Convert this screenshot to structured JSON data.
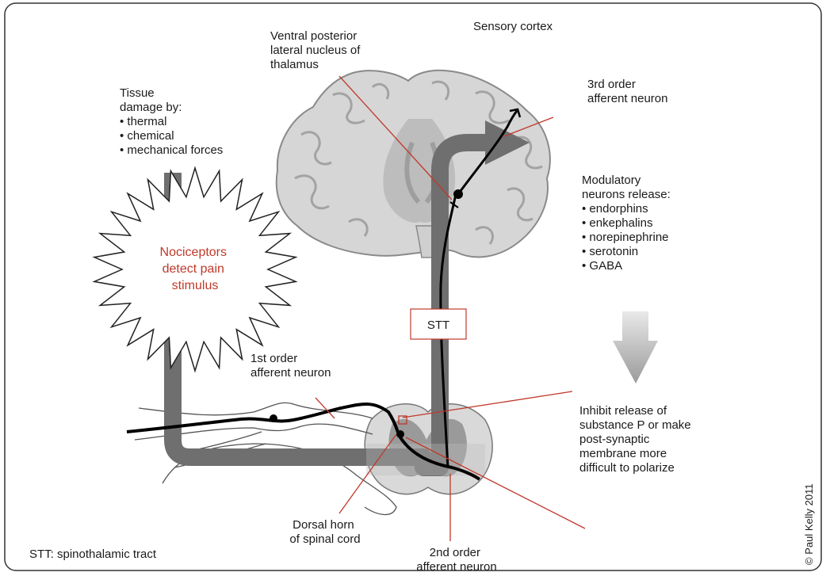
{
  "labels": {
    "sensory_cortex": "Sensory cortex",
    "vpl": [
      "Ventral posterior",
      "lateral nucleus of",
      "thalamus"
    ],
    "third_order": [
      "3rd order",
      "afferent neuron"
    ],
    "tissue": [
      "Tissue",
      "damage by:",
      "• thermal",
      "• chemical",
      "• mechanical forces"
    ],
    "nociceptors": [
      "Nociceptors",
      "detect pain",
      "stimulus"
    ],
    "modulatory": [
      "Modulatory",
      "neurons release:",
      "• endorphins",
      "• enkephalins",
      "• norepinephrine",
      "• serotonin",
      "• GABA"
    ],
    "stt_box": "STT",
    "first_order": [
      "1st order",
      "afferent neuron"
    ],
    "inhibit": [
      "Inhibit release of",
      "substance P or make",
      "post-synaptic",
      "membrane more",
      "difficult to polarize"
    ],
    "dorsal_horn": [
      "Dorsal horn",
      "of spinal cord"
    ],
    "second_order": [
      "2nd order",
      "afferent neuron"
    ],
    "footnote": "STT: spinothalamic tract",
    "copyright": "© Paul Kelly 2011"
  },
  "colors": {
    "pathway": "#6f6f6f",
    "neuron": "#000000",
    "pointer": "#c0392b",
    "brain": "#cfcfcf",
    "brain_outline": "#8a8a8a",
    "text": "#1a1a1a",
    "accent_text": "#c0392b"
  }
}
